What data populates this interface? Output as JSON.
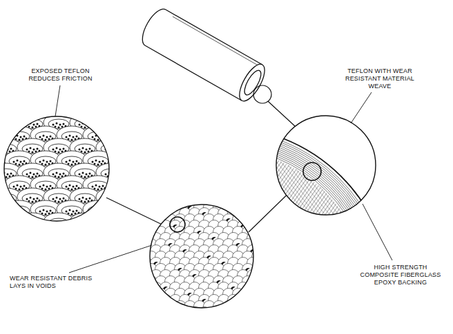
{
  "diagram": {
    "labels": [
      "EXPOSED TEFLON REDUCES FRICTION",
      "TEFLON WITH WEAR RESISTANT MATERIAL WEAVE",
      "WEAR RESISTANT DEBRIS LAYS IN VOIDS",
      "HIGH STRENGTH COMPOSITE FIBERGLASS EPOXY BACKING"
    ]
  }
}
